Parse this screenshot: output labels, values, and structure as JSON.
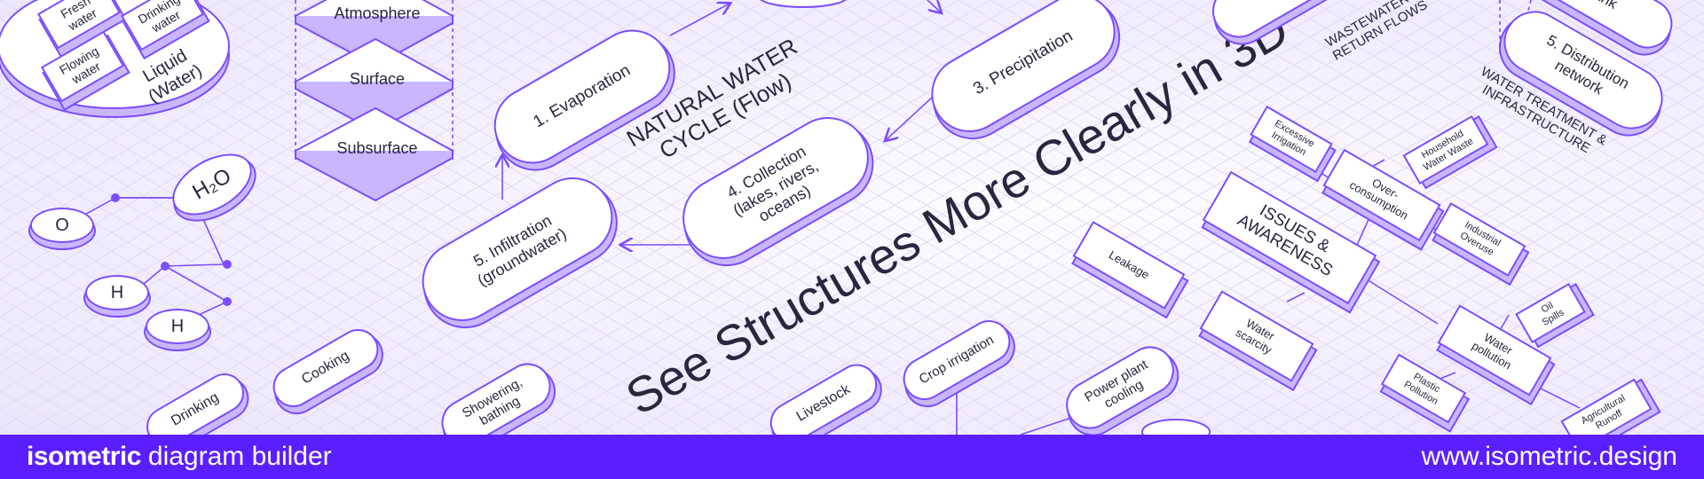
{
  "headline": "See Structures More Clearly in 3D",
  "water_cycle": {
    "title": "NATURAL WATER\nCYCLE (Flow)",
    "steps": [
      "1. Evaporation",
      "3. Precipitation",
      "4. Collection\n(lakes, rivers,\noceans)",
      "5. Infiltration\n(groundwater)"
    ]
  },
  "layers": [
    "Atmosphere",
    "Surface",
    "Subsurface"
  ],
  "states": {
    "liquid": "Liquid\n(Water)",
    "items": [
      "Fresh\nwater",
      "Drinking\nwater",
      "Flowing\nwater"
    ]
  },
  "molecule": {
    "h2o": "H₂O",
    "o": "O",
    "h1": "H",
    "h2": "H"
  },
  "uses": [
    "Drinking",
    "Cooking",
    "Showering,\nbathing",
    "Livestock",
    "Crop irrigation",
    "Power plant\ncooling"
  ],
  "infrastructure": {
    "title": "WATER TREATMENT &\nINFRASTRUCTURE",
    "wastewater": "WASTEWATER &\nRETURN FLOWS",
    "distribution": "5. Distribution\nnetwork",
    "tank": "tank"
  },
  "issues": {
    "title": "ISSUES &\nAWARENESS",
    "items": [
      "Excessive\nIrrigation",
      "Household\nWater Waste",
      "Over-\nconsumption",
      "Industrial\nOveruse",
      "Leakage",
      "Water\nscarcity",
      "Water\npollution",
      "Oil\nSpills",
      "Plastic\nPollution",
      "Agricultural\nRunoff"
    ]
  },
  "footer": {
    "brand_bold": "isometric",
    "brand_light": "diagram builder",
    "url": "www.isometric.design"
  },
  "colors": {
    "accent": "#7c4dff",
    "footer_bg": "#5b1fff",
    "shadow": "#c9b6ff",
    "text": "#2a2640"
  }
}
